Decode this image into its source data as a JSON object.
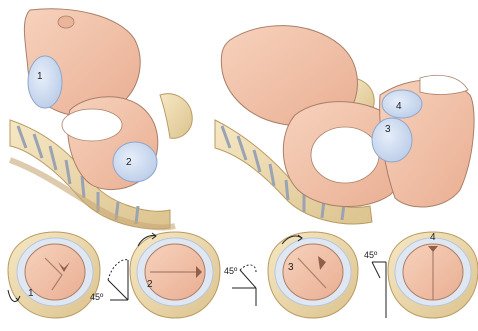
{
  "figure": {
    "top_left": {
      "labels": [
        "1",
        "2"
      ]
    },
    "top_right": {
      "labels": [
        "3",
        "4"
      ]
    },
    "bottom_row": [
      {
        "number": "1",
        "angle": "45º"
      },
      {
        "number": "2",
        "angle": ""
      },
      {
        "number": "3",
        "angle": "45º"
      },
      {
        "number": "4",
        "angle": "45º"
      }
    ]
  },
  "colors": {
    "skin": "#f4c7ad",
    "skin_shadow": "#e6a98c",
    "bone": "#f1dfb4",
    "bone_shadow": "#d8c08a",
    "blue_region": "#c9d8ee",
    "vertebra_gray": "#c7ccd6",
    "outline": "#7a5a4a"
  }
}
